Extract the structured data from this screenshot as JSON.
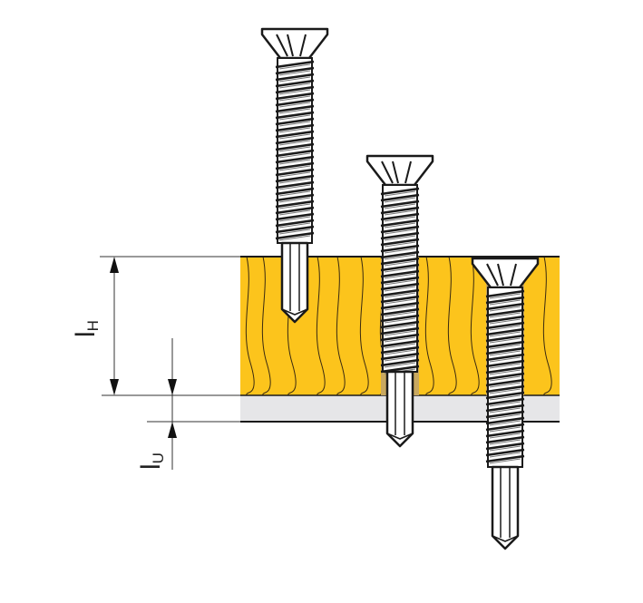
{
  "labels": {
    "lh": {
      "symbol": "l",
      "subscript": "H"
    },
    "lu": {
      "symbol": "l",
      "subscript": "U"
    }
  },
  "colors": {
    "wood": "#fcc41c",
    "grain": "#3a2a10",
    "substrate": "#e6e6e8",
    "outline": "#1a1a1a",
    "hole": "#c8a860"
  },
  "screws": [
    {
      "name": "screw-above-wood"
    },
    {
      "name": "screw-through-wood"
    },
    {
      "name": "screw-through-substrate"
    }
  ]
}
